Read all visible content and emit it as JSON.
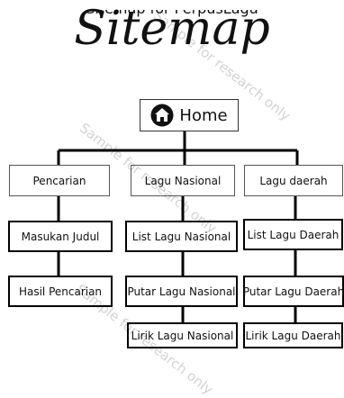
{
  "header": {
    "top_text": "Sitemap for PerpusLagu",
    "title": "Sitemap"
  },
  "root": {
    "label": "Home",
    "icon": "home-icon"
  },
  "level1": [
    {
      "label": "Pencarian"
    },
    {
      "label": "Lagu Nasional"
    },
    {
      "label": "Lagu daerah"
    }
  ],
  "level2": {
    "col1": [
      {
        "label": "Masukan Judul"
      },
      {
        "label": "Hasil Pencarian"
      }
    ],
    "col2": [
      {
        "label": "List Lagu Nasional"
      },
      {
        "label": "Putar Lagu Nasional"
      },
      {
        "label": "Lirik Lagu Nasional"
      }
    ],
    "col3": [
      {
        "label": "List Lagu Daerah"
      },
      {
        "label": "Putar Lagu Daerah"
      },
      {
        "label": "Lirik Lagu Daerah"
      }
    ]
  },
  "watermarks": [
    "Sample for research only",
    "Sample for research only",
    "Sample for research only"
  ],
  "colors": {
    "line": "#000000",
    "box_border": "#222222",
    "background": "#ffffff"
  }
}
